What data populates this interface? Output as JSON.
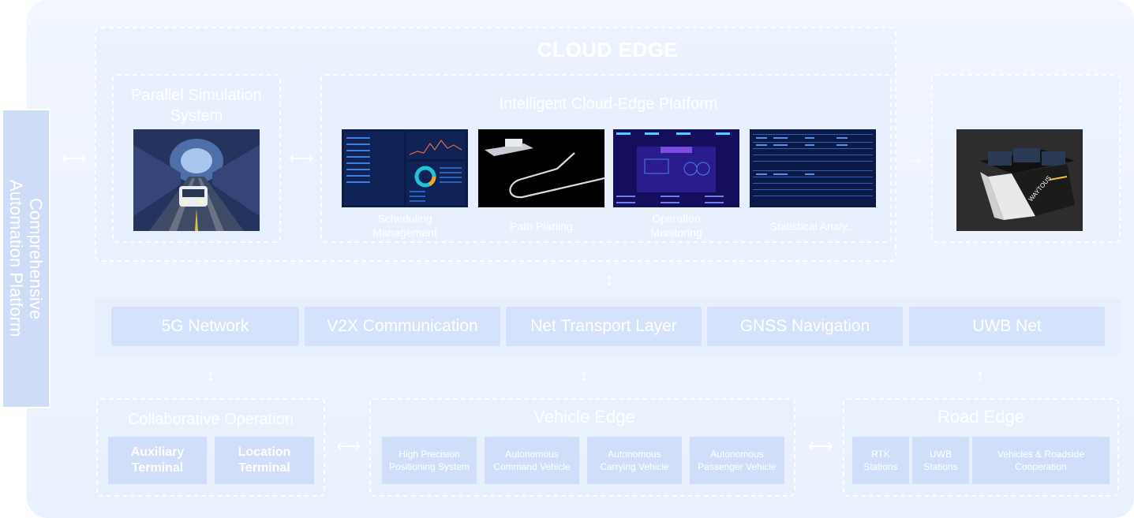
{
  "side_label": "Comprehensive\nAutomation Platform",
  "cloud_title": "CLOUD EDGE",
  "parallel": {
    "title": "Parallel Simulation\nSystem"
  },
  "platform": {
    "title": "Intelligent Cloud-Edge Platform",
    "modules": [
      {
        "caption": "Scheduling\nManagement"
      },
      {
        "caption": "Path Planing"
      },
      {
        "caption": "Operation\nMonitoring"
      },
      {
        "caption": "Statistical Analy..."
      }
    ]
  },
  "remote": {
    "brand": "WAYTOUS"
  },
  "network": [
    "5G Network",
    "V2X Communication",
    "Net Transport Layer",
    "GNSS Navigation",
    "UWB Net"
  ],
  "collab": {
    "title": "Collaborative Operation",
    "items": [
      "Auxiliary\nTerminal",
      "Location\nTerminal"
    ]
  },
  "vehicle": {
    "title": "Vehicle Edge",
    "items": [
      "High Precision\nPositioning System",
      "Autonomous\nCommand Vehicle",
      "Autonomous\nCarrying Vehicle",
      "Autonomous\nPassenger Vehicle"
    ]
  },
  "road": {
    "title": "Road Edge",
    "items": [
      "RTK\nStations",
      "UWB\nStations",
      "Vehicles & Roadside\nCooperation"
    ]
  },
  "colors": {
    "panel": "#d5e2fb",
    "background": "#eef4ff",
    "dark_screen": "#0b1a46"
  }
}
